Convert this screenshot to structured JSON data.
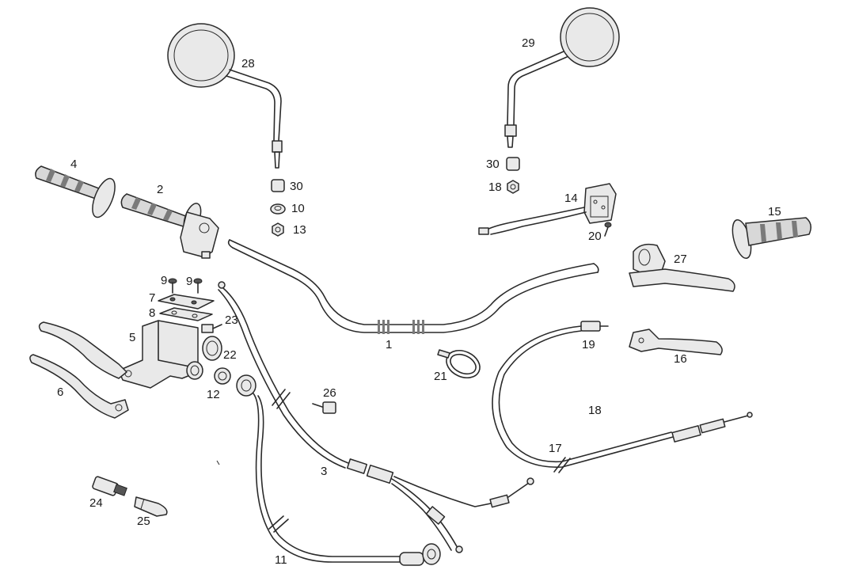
{
  "diagram": {
    "colors": {
      "line": "#2a2a2a",
      "fill": "#e9e9e9",
      "background": "#ffffff"
    },
    "parts": [
      {
        "id": "handlebar",
        "label": "1"
      },
      {
        "id": "throttle-grip",
        "label": "2"
      },
      {
        "id": "throttle-cable",
        "label": "3"
      },
      {
        "id": "left-grip",
        "label": "4"
      },
      {
        "id": "brake-master-cylinder",
        "label": "5"
      },
      {
        "id": "brake-lever-a",
        "label": "6"
      },
      {
        "id": "reservoir-cover",
        "label": "7"
      },
      {
        "id": "cover-gasket",
        "label": "8"
      },
      {
        "id": "screw-a",
        "label": "9"
      },
      {
        "id": "screw-b",
        "label": "9"
      },
      {
        "id": "washer-10",
        "label": "10"
      },
      {
        "id": "brake-hose",
        "label": "11"
      },
      {
        "id": "washer-12",
        "label": "12"
      },
      {
        "id": "nut-13",
        "label": "13"
      },
      {
        "id": "switch-14",
        "label": "14"
      },
      {
        "id": "right-grip",
        "label": "15"
      },
      {
        "id": "clutch-lever",
        "label": "16"
      },
      {
        "id": "clutch-cable",
        "label": "17"
      },
      {
        "id": "label-18-a",
        "label": "18"
      },
      {
        "id": "nut-18",
        "label": "18"
      },
      {
        "id": "adjuster-19",
        "label": "19"
      },
      {
        "id": "screw-20",
        "label": "20"
      },
      {
        "id": "cable-tie-21",
        "label": "21"
      },
      {
        "id": "clamp-22",
        "label": "22"
      },
      {
        "id": "bolt-23",
        "label": "23"
      },
      {
        "id": "bulb-24",
        "label": "24"
      },
      {
        "id": "cap-25",
        "label": "25"
      },
      {
        "id": "bolt-26",
        "label": "26"
      },
      {
        "id": "clutch-lever-holder",
        "label": "27"
      },
      {
        "id": "mirror-left",
        "label": "28"
      },
      {
        "id": "mirror-right",
        "label": "29"
      },
      {
        "id": "spacer-30-a",
        "label": "30"
      },
      {
        "id": "spacer-30-b",
        "label": "30"
      }
    ]
  }
}
